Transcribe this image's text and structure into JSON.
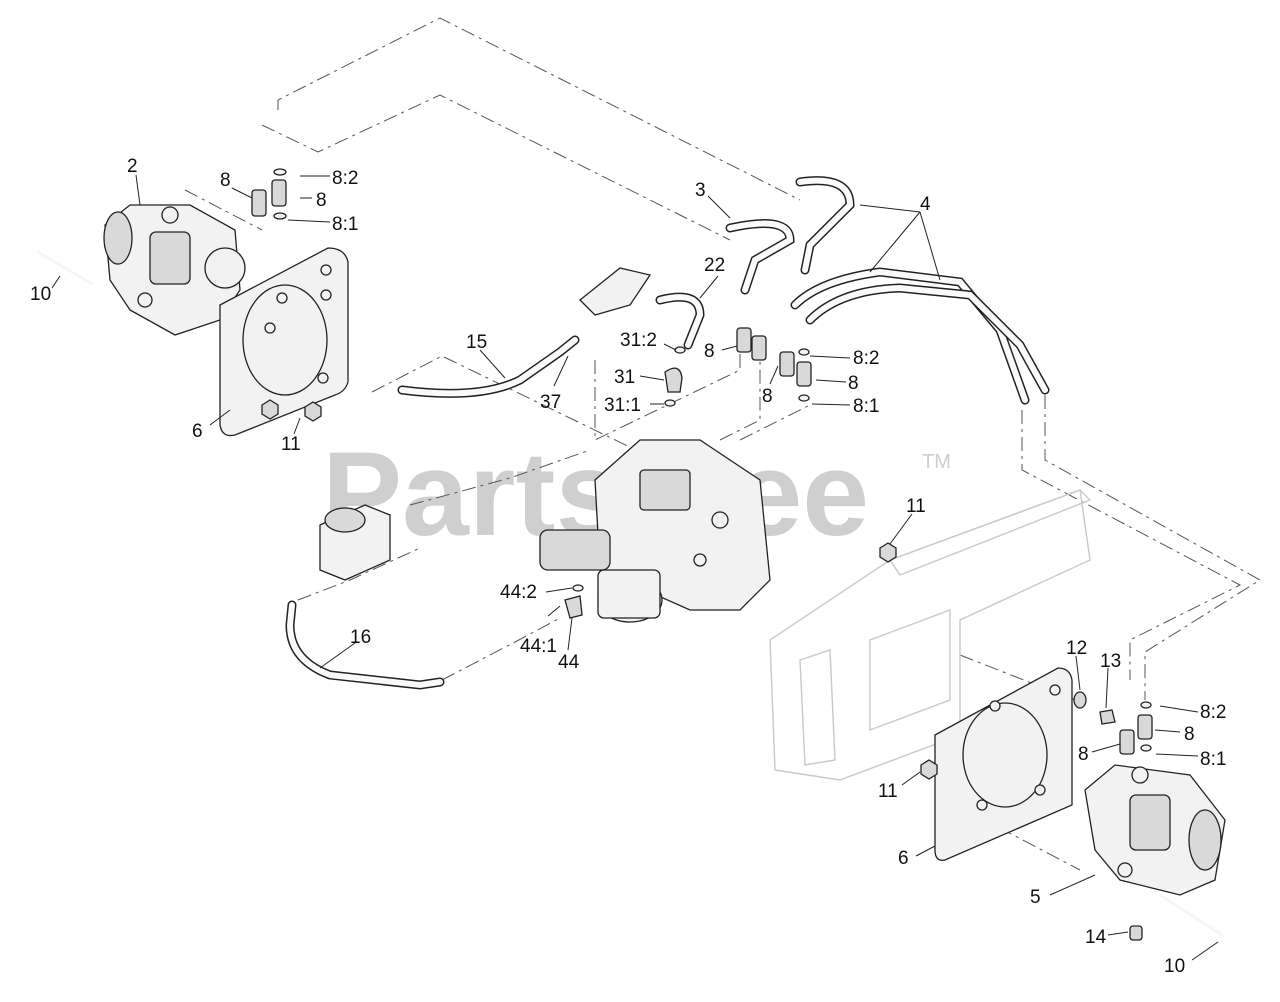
{
  "watermark": {
    "text": "PartsTree",
    "trademark": "TM"
  },
  "callouts": [
    {
      "id": "c-2",
      "text": "2"
    },
    {
      "id": "c-8-a",
      "text": "8"
    },
    {
      "id": "c-8-2-a",
      "text": "8:2"
    },
    {
      "id": "c-8-b",
      "text": "8"
    },
    {
      "id": "c-8-1-a",
      "text": "8:1"
    },
    {
      "id": "c-10-a",
      "text": "10"
    },
    {
      "id": "c-6-a",
      "text": "6"
    },
    {
      "id": "c-11-a",
      "text": "11"
    },
    {
      "id": "c-3",
      "text": "3"
    },
    {
      "id": "c-4",
      "text": "4"
    },
    {
      "id": "c-22",
      "text": "22"
    },
    {
      "id": "c-15",
      "text": "15"
    },
    {
      "id": "c-31-2",
      "text": "31:2"
    },
    {
      "id": "c-31",
      "text": "31"
    },
    {
      "id": "c-31-1",
      "text": "31:1"
    },
    {
      "id": "c-37",
      "text": "37"
    },
    {
      "id": "c-8-c",
      "text": "8"
    },
    {
      "id": "c-8-d",
      "text": "8"
    },
    {
      "id": "c-8-2-b",
      "text": "8:2"
    },
    {
      "id": "c-8-e",
      "text": "8"
    },
    {
      "id": "c-8-1-b",
      "text": "8:1"
    },
    {
      "id": "c-11-b",
      "text": "11"
    },
    {
      "id": "c-44-2",
      "text": "44:2"
    },
    {
      "id": "c-44-1",
      "text": "44:1"
    },
    {
      "id": "c-44",
      "text": "44"
    },
    {
      "id": "c-16",
      "text": "16"
    },
    {
      "id": "c-12",
      "text": "12"
    },
    {
      "id": "c-13",
      "text": "13"
    },
    {
      "id": "c-8-2-c",
      "text": "8:2"
    },
    {
      "id": "c-8-f",
      "text": "8"
    },
    {
      "id": "c-8-g",
      "text": "8"
    },
    {
      "id": "c-8-1-c",
      "text": "8:1"
    },
    {
      "id": "c-11-c",
      "text": "11"
    },
    {
      "id": "c-6-b",
      "text": "6"
    },
    {
      "id": "c-5",
      "text": "5"
    },
    {
      "id": "c-14",
      "text": "14"
    },
    {
      "id": "c-10-b",
      "text": "10"
    }
  ]
}
